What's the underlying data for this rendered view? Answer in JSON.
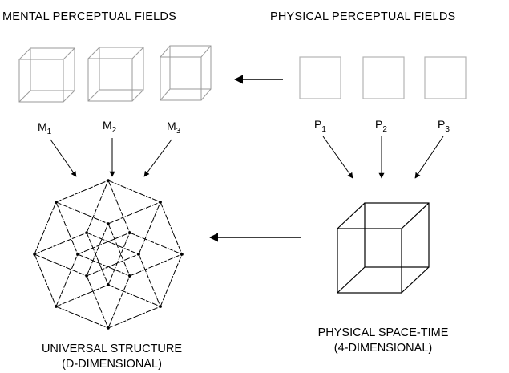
{
  "headings": {
    "mental": "MENTAL PERCEPTUAL FIELDS",
    "physical": "PHYSICAL PERCEPTUAL FIELDS"
  },
  "mental_fields": [
    {
      "letter": "M",
      "index": "1"
    },
    {
      "letter": "M",
      "index": "2"
    },
    {
      "letter": "M",
      "index": "3"
    }
  ],
  "physical_fields": [
    {
      "letter": "P",
      "index": "1"
    },
    {
      "letter": "P",
      "index": "2"
    },
    {
      "letter": "P",
      "index": "3"
    }
  ],
  "universal_structure": {
    "line1": "UNIVERSAL STRUCTURE",
    "line2": "(D-DIMENSIONAL)"
  },
  "physical_spacetime": {
    "line1": "PHYSICAL SPACE-TIME",
    "line2": "(4-DIMENSIONAL)"
  },
  "colors": {
    "ink": "#000000",
    "light_stroke": "#9a9a9a",
    "square_stroke": "#b4b4b4"
  }
}
